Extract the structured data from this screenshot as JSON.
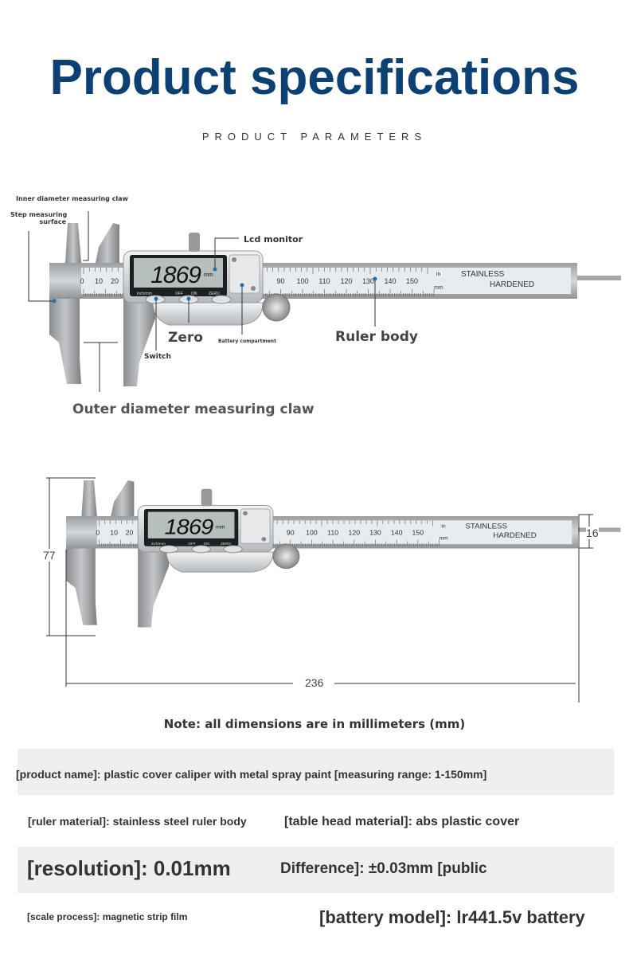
{
  "header": {
    "title": "Product specifications",
    "subtitle": "PRODUCT PARAMETERS"
  },
  "caliper": {
    "lcd_reading": "1869",
    "lcd_unit": "mm",
    "button_labels": [
      "inch/mm",
      "OFF",
      "ON",
      "ZERO"
    ],
    "scale_in_label": "in",
    "scale_mm_label": "mm",
    "stamp_line1": "STAINLESS",
    "stamp_line2": "HARDENED",
    "scale_numbers_left": [
      "0",
      "10",
      "20"
    ],
    "scale_numbers_right": [
      "90",
      "100",
      "110",
      "120",
      "130",
      "140",
      "150"
    ]
  },
  "callouts": {
    "inner_claw": "Inner diameter measuring claw",
    "step_surface_line1": "Step measuring",
    "step_surface_line2": "surface",
    "lcd_monitor": "Lcd monitor",
    "zero": "Zero",
    "switch": "Switch",
    "battery": "Battery compartment",
    "ruler_body": "Ruler body",
    "outer_claw": "Outer diameter measuring claw"
  },
  "dimensions": {
    "height": "77",
    "length": "236",
    "thickness": "16",
    "note": "Note: all dimensions are in millimeters (mm)"
  },
  "specs": {
    "product_name": "[product name]: plastic cover caliper with metal spray paint [measuring range: 1-150mm]",
    "ruler_material": "[ruler material]: stainless steel ruler body",
    "head_material": "[table head material]: abs plastic cover",
    "resolution": "[resolution]: 0.01mm",
    "difference": "Difference]: ±0.03mm [public",
    "scale_process": "[scale process]: magnetic strip film",
    "battery_model": "[battery model]: lr441.5v battery"
  },
  "colors": {
    "title": "#0d4174",
    "callout_dot": "#1f6fb5",
    "band": "#efefef"
  }
}
